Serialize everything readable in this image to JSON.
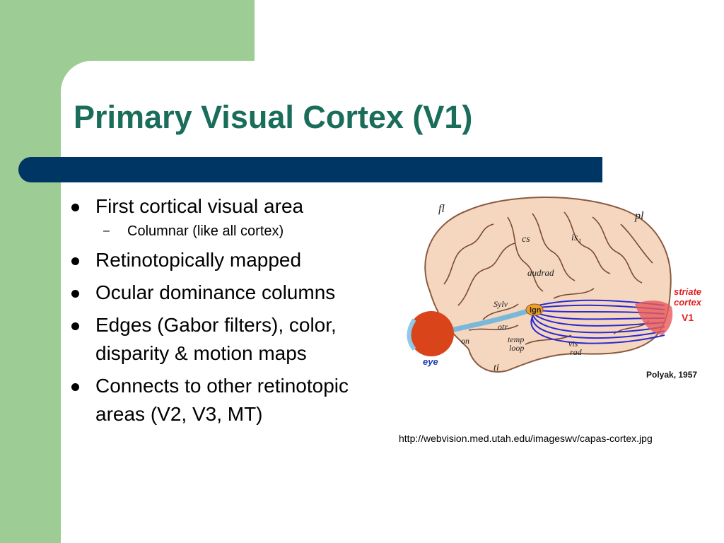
{
  "slide": {
    "title": "Primary Visual Cortex (V1)",
    "bullets": [
      {
        "level": 1,
        "text": "First cortical visual area"
      },
      {
        "level": 2,
        "text": "Columnar (like all cortex)"
      },
      {
        "level": 1,
        "text": "Retinotopically mapped"
      },
      {
        "level": 1,
        "text": "Ocular dominance columns"
      },
      {
        "level": 1,
        "text": "Edges (Gabor filters), color, disparity & motion maps"
      },
      {
        "level": 1,
        "text": "Connects to other retinotopic areas (V2, V3, MT)"
      }
    ],
    "caption": "http://webvision.med.utah.edu/imageswv/capas-cortex.jpg"
  },
  "figure": {
    "labels": {
      "fl": "fl",
      "pl": "pl",
      "cs": "cs",
      "is": "is₁",
      "audrad": "audrad",
      "sylv": "Sylv",
      "lgn": "lgn",
      "otr": "otr",
      "on": "on",
      "temp_loop": [
        "temp",
        "loop"
      ],
      "vis_rad": [
        "vis",
        "rad"
      ],
      "ti": "ti",
      "striate_cortex": [
        "striate",
        "cortex"
      ],
      "v1": "V1",
      "eye": "eye",
      "credit": "Polyak, 1957"
    }
  },
  "colors": {
    "green_band": "#9dcc94",
    "title_text": "#1a6d5a",
    "title_bar": "#003663",
    "brain": "#f5d7c0",
    "radiation": "#2a2ad4",
    "striate_label": "#e02020",
    "eye_label": "#1a3fb0"
  }
}
